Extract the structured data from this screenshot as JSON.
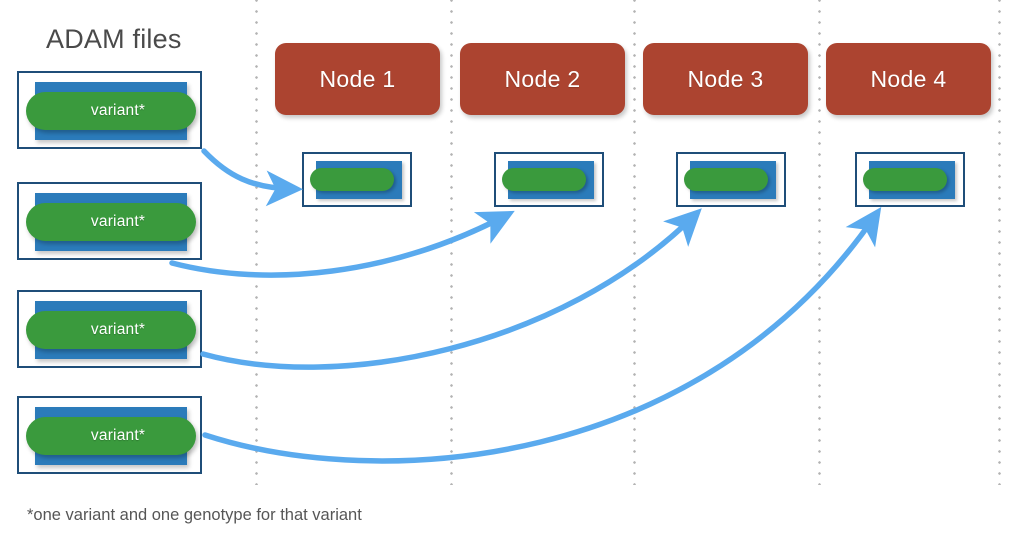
{
  "diagram": {
    "title": "ADAM files",
    "footnote": "*one variant and one genotype for that variant",
    "colors": {
      "node_red": "#ac4430",
      "pill_green": "#3a9a3d",
      "record_blue": "#2b7bba",
      "box_border": "#1f4e79",
      "arrow_blue": "#5aaaee",
      "divider_gray": "#b3b3b3",
      "text_gray": "#4a4a4a",
      "background": "#ffffff"
    }
  },
  "nodes": [
    {
      "label": "Node 1"
    },
    {
      "label": "Node 2"
    },
    {
      "label": "Node 3"
    },
    {
      "label": "Node 4"
    }
  ],
  "adam_files": [
    {
      "label": "variant*"
    },
    {
      "label": "variant*"
    },
    {
      "label": "variant*"
    },
    {
      "label": "variant*"
    }
  ],
  "node_records": [
    {
      "node": "Node 1",
      "contents": "variant record"
    },
    {
      "node": "Node 2",
      "contents": "variant record"
    },
    {
      "node": "Node 3",
      "contents": "variant record"
    },
    {
      "node": "Node 4",
      "contents": "variant record"
    }
  ],
  "arrows": [
    {
      "from": "adam-file-1",
      "to": "node-1-record"
    },
    {
      "from": "adam-file-2",
      "to": "node-2-record"
    },
    {
      "from": "adam-file-3",
      "to": "node-3-record"
    },
    {
      "from": "adam-file-4",
      "to": "node-4-record"
    }
  ]
}
